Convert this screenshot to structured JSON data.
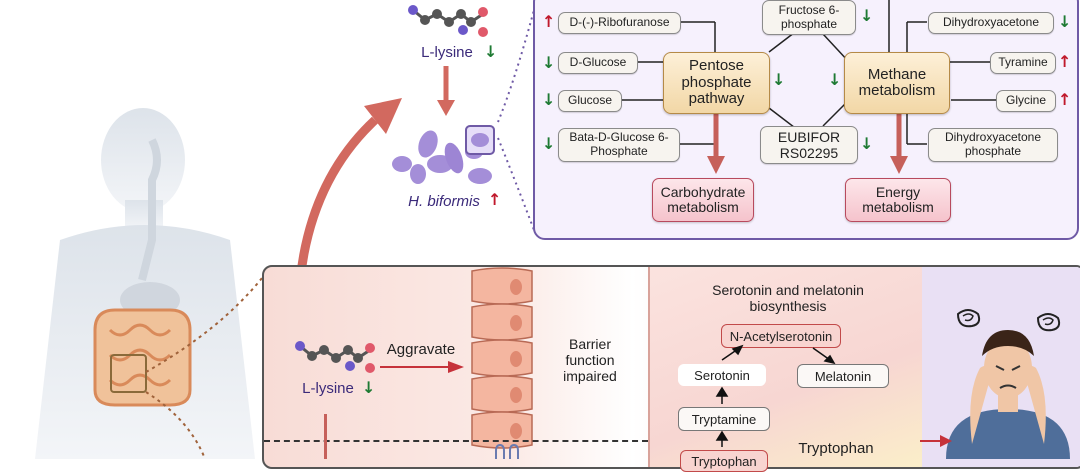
{
  "top": {
    "lysine_label": "L-lysine",
    "bacterium_label": "H. biformis"
  },
  "pentose": {
    "title": "Pentose phosphate pathway",
    "metabolites": [
      {
        "label": "D-(-)-Ribofuranose",
        "direction": "up"
      },
      {
        "label": "D-Glucose",
        "direction": "down"
      },
      {
        "label": "Glucose",
        "direction": "down"
      },
      {
        "label": "Bata-D-Glucose 6-Phosphate",
        "direction": "down"
      }
    ],
    "outcome": "Carbohydrate metabolism"
  },
  "shared": {
    "fructose": "Fructose 6-phosphate",
    "eubifor": "EUBIFOR RS02295"
  },
  "methane": {
    "title": "Methane metabolism",
    "metabolites": [
      {
        "label": "Dihydroxyacetone",
        "direction": "down"
      },
      {
        "label": "Tyramine",
        "direction": "up"
      },
      {
        "label": "Glycine",
        "direction": "up"
      },
      {
        "label": "Dihydroxyacetone phosphate",
        "direction": "none"
      }
    ],
    "outcome": "Energy metabolism"
  },
  "bottom": {
    "lysine_label": "L-lysine",
    "aggravate": "Aggravate",
    "barrier": "Barrier function impaired",
    "serotonin_title": "Serotonin and melatonin biosynthesis",
    "n_acetyl": "N-Acetylserotonin",
    "serotonin": "Serotonin",
    "melatonin": "Melatonin",
    "tryptamine": "Tryptamine",
    "tryptophan": "Tryptophan",
    "tryptophan_metab": "Tryptophan"
  },
  "colors": {
    "up_arrow": "#c0192c",
    "down_arrow": "#1e7a33",
    "panel_border": "#6f5aa6",
    "bottom_border": "#555555"
  }
}
